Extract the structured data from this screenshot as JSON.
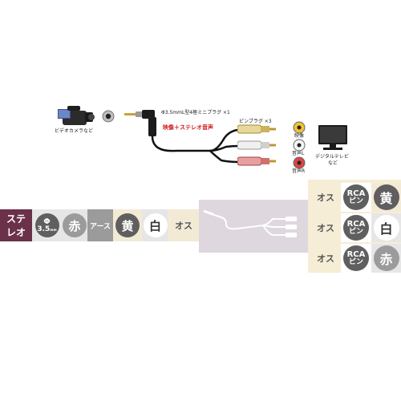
{
  "illustration": {
    "camera_label": "ビデオカメラなど",
    "plug_label": "Φ3.5mmL型4極ミニプラグ ×1",
    "signal_label": "映像＋ステレオ音声",
    "pin_plug_label": "ピンプラグ ×3",
    "out_video_label": "映像",
    "out_audio_l_label": "音声L",
    "out_audio_r_label": "音声R",
    "tv_label_line1": "デジタルテレビ",
    "tv_label_line2": "など"
  },
  "plug_band": {
    "stereo_line1": "ステ",
    "stereo_line2": "レオ",
    "phi_symbol": "Φ",
    "size": "3.5",
    "size_unit": "mm",
    "red_char": "赤",
    "earth": "アース",
    "yellow_char": "黄",
    "white_char": "白",
    "male": "オス"
  },
  "rca_panel": {
    "rows": [
      {
        "male": "オス",
        "rca": "RCA",
        "pin": "ピン",
        "color_char": "黄"
      },
      {
        "male": "オス",
        "rca": "RCA",
        "pin": "ピン",
        "color_char": "白"
      },
      {
        "male": "オス",
        "rca": "RCA",
        "pin": "ピン",
        "color_char": "赤"
      }
    ]
  },
  "colors": {
    "purple": "#6b3148",
    "grey": "#9b9b9b",
    "light_grey": "#e2e2e2",
    "yellow_beige": "#f3ead6",
    "panel_beige": "#f6edd6",
    "dark_grey": "#5f5f5f",
    "cable_bg": "#ded7de",
    "red_accent": "#d01818"
  }
}
